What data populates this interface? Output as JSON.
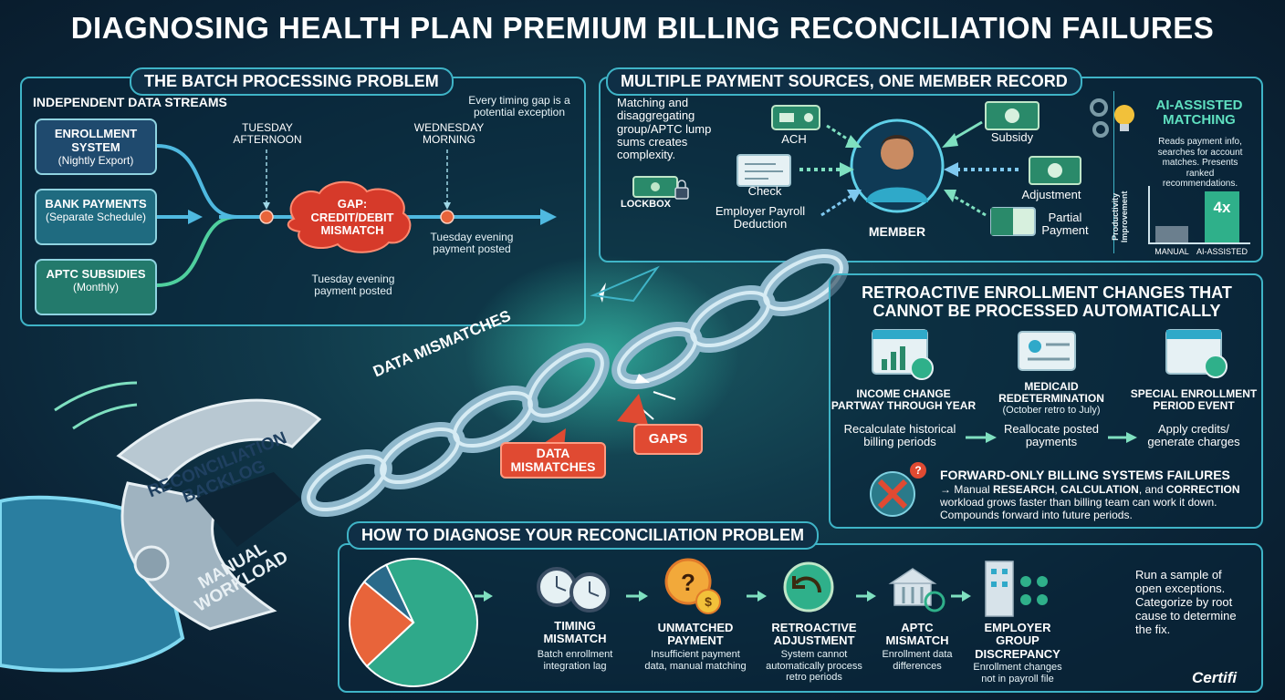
{
  "title": "DIAGNOSING HEALTH PLAN PREMIUM BILLING RECONCILIATION FAILURES",
  "batch": {
    "heading": "THE BATCH PROCESSING PROBLEM",
    "streams_label": "INDEPENDENT DATA STREAMS",
    "note": "Every timing gap is a potential exception",
    "streams": [
      {
        "name": "ENROLLMENT SYSTEM",
        "sub": "(Nightly Export)"
      },
      {
        "name": "BANK PAYMENTS",
        "sub": "(Separate Schedule)"
      },
      {
        "name": "APTC SUBSIDIES",
        "sub": "(Monthly)"
      }
    ],
    "tuesday": "TUESDAY AFTERNOON",
    "wednesday": "WEDNESDAY MORNING",
    "gap": "GAP: CREDIT/DEBIT MISMATCH",
    "posted_right": "Tuesday evening payment posted",
    "posted_below": "Tuesday evening payment posted"
  },
  "payments": {
    "heading": "MULTIPLE PAYMENT SOURCES, ONE MEMBER RECORD",
    "intro": "Matching and disaggregating group/APTC lump sums creates complexity.",
    "lockbox": "LOCKBOX",
    "ach": "ACH",
    "check": "Check",
    "employer": "Employer Payroll Deduction",
    "member": "MEMBER",
    "subsidy": "Subsidy",
    "adjustment": "Adjustment",
    "partial": "Partial Payment",
    "ai_title": "AI-ASSISTED MATCHING",
    "ai_desc": "Reads payment info, searches for account matches. Presents ranked recommendations.",
    "ai_axis": "Productivity Improvement",
    "ai_value": "4x",
    "bar_manual": "MANUAL",
    "bar_ai": "AI-ASSISTED"
  },
  "chain": {
    "data_mismatches_chain": "DATA MISMATCHES",
    "data_mismatches_tag": "DATA MISMATCHES",
    "gaps": "GAPS",
    "backlog": "RECONCILIATION BACKLOG",
    "workload": "MANUAL WORKLOAD"
  },
  "retro": {
    "heading": "RETROACTIVE ENROLLMENT CHANGES THAT CANNOT BE PROCESSED AUTOMATICALLY",
    "events": [
      {
        "title": "INCOME CHANGE PARTWAY THROUGH YEAR",
        "sub": "",
        "action": "Recalculate historical billing periods"
      },
      {
        "title": "MEDICAID REDETERMINATION",
        "sub": "(October retro to July)",
        "action": "Reallocate posted payments"
      },
      {
        "title": "SPECIAL ENROLLMENT PERIOD EVENT",
        "sub": "",
        "action": "Apply credits/ generate charges"
      }
    ],
    "fail_title": "FORWARD-ONLY BILLING SYSTEMS FAILURES",
    "fail_pre": "Manual ",
    "fail_k1": "RESEARCH",
    "fail_m1": ", ",
    "fail_k2": "CALCULATION",
    "fail_m2": ", and ",
    "fail_k3": "CORRECTION",
    "fail_post": " workload grows faster than billing team can work it down. Compounds forward into future periods."
  },
  "diagnose": {
    "heading": "HOW TO DIAGNOSE YOUR RECONCILIATION PROBLEM",
    "steps": [
      {
        "title": "TIMING MISMATCH",
        "sub": "Batch enrollment integration lag"
      },
      {
        "title": "UNMATCHED PAYMENT",
        "sub": "Insufficient payment data, manual matching"
      },
      {
        "title": "RETROACTIVE ADJUSTMENT",
        "sub": "System cannot automatically process retro periods"
      },
      {
        "title": "APTC MISMATCH",
        "sub": "Enrollment data differences"
      },
      {
        "title": "EMPLOYER GROUP DISCREPANCY",
        "sub": "Enrollment changes not in payroll file"
      }
    ],
    "advice": "Run a sample of open exceptions. Categorize by root cause to determine the fix.",
    "pie": [
      {
        "value": 0.7,
        "color": "#2fa98a"
      },
      {
        "value": 0.23,
        "color": "#e8643a"
      },
      {
        "value": 0.07,
        "color": "#2a6a8a"
      }
    ]
  },
  "brand": "Certifi"
}
